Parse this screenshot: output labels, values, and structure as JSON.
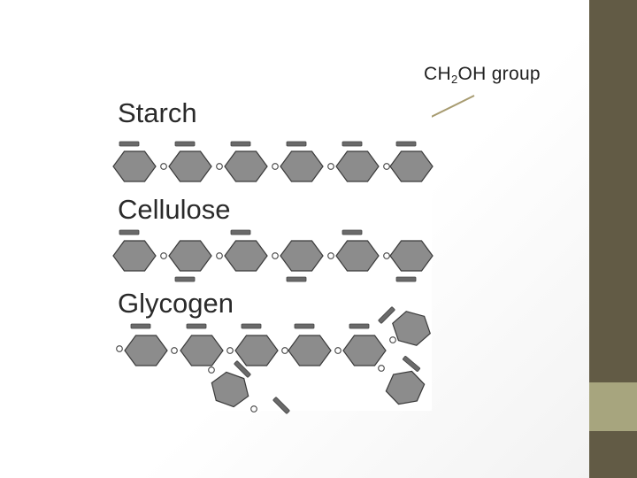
{
  "callout": {
    "prefix": "CH",
    "subscript": "2",
    "suffix": "OH group"
  },
  "diagram": {
    "sections": [
      {
        "label": "Starch"
      },
      {
        "label": "Cellulose"
      },
      {
        "label": "Glycogen"
      }
    ]
  },
  "theme": {
    "sidebar_dark": "#625b45",
    "sidebar_light": "#a7a57e"
  }
}
